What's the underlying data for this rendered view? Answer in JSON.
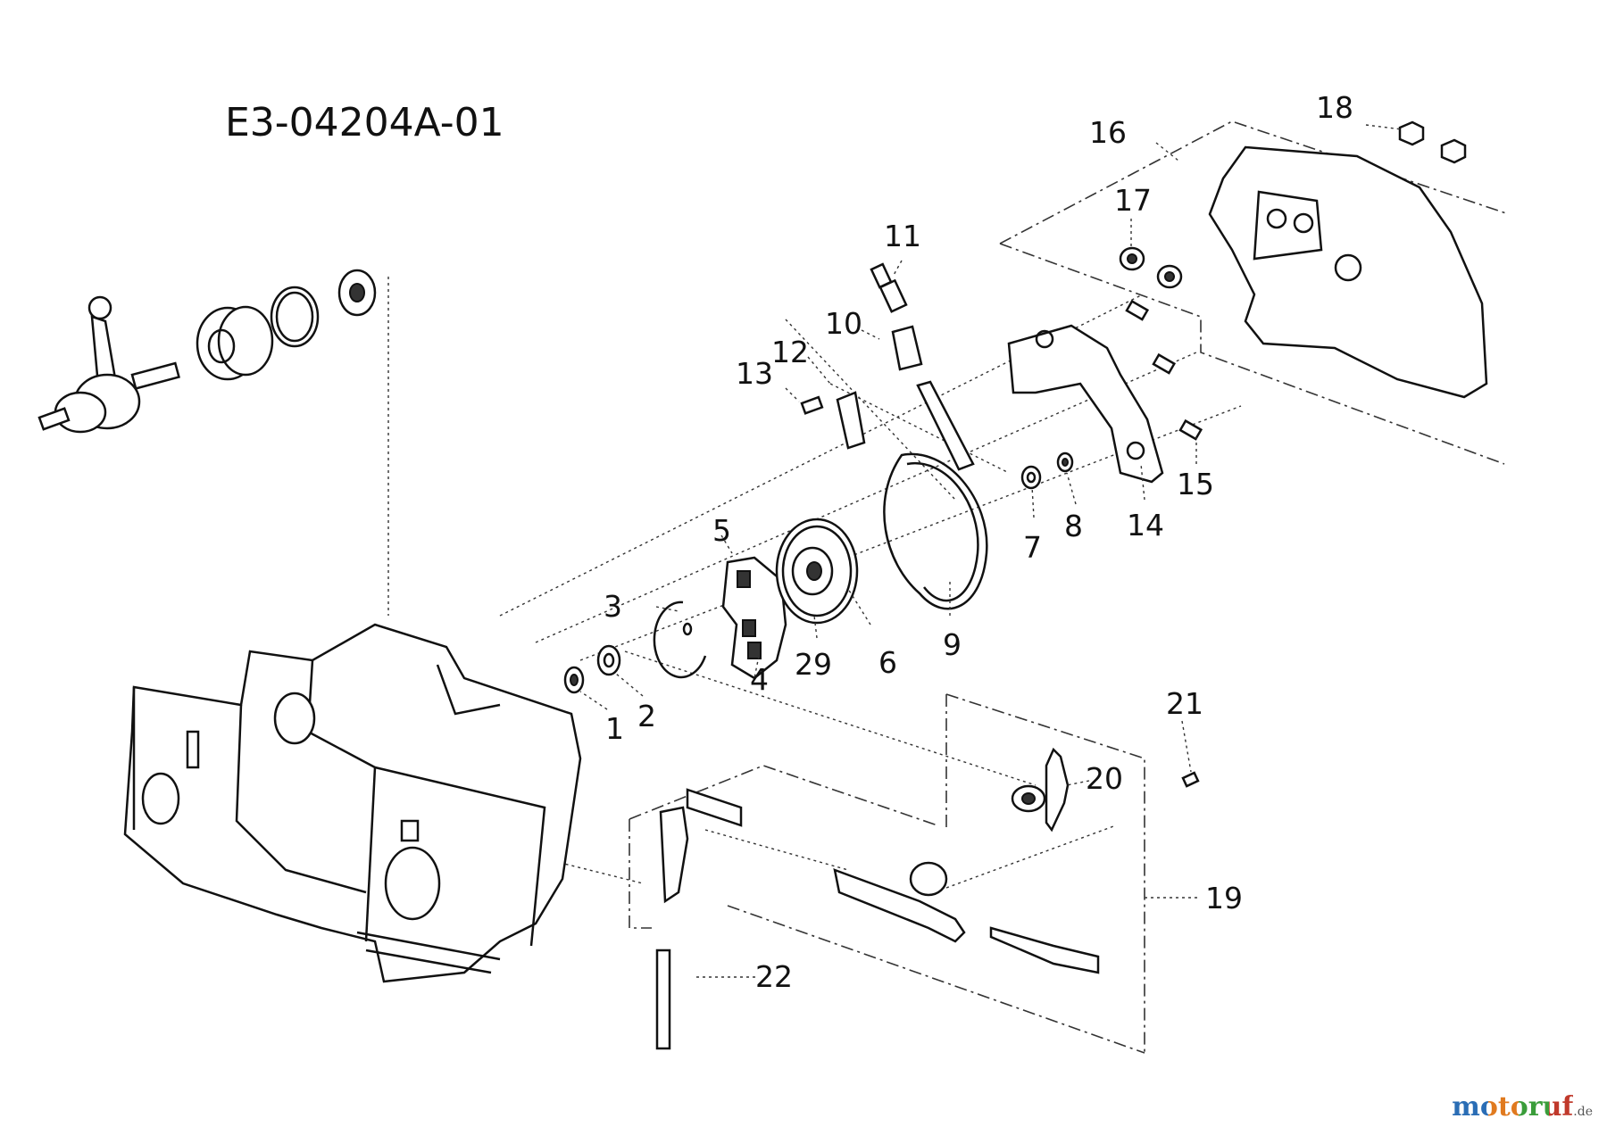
{
  "diagram_id": "E3-04204A-01",
  "callouts": {
    "c1": "1",
    "c2": "2",
    "c3": "3",
    "c4": "4",
    "c5": "5",
    "c6": "6",
    "c7": "7",
    "c8": "8",
    "c9": "9",
    "c10": "10",
    "c11": "11",
    "c12": "12",
    "c13": "13",
    "c14": "14",
    "c15": "15",
    "c16": "16",
    "c17": "17",
    "c18": "18",
    "c19": "19",
    "c20": "20",
    "c21": "21",
    "c22": "22",
    "c29": "29"
  },
  "watermark": {
    "brand": "motoruf",
    "tld": ".de",
    "colors": [
      "#2a6db5",
      "#e07a1f",
      "#3a9d3a",
      "#c0392b"
    ]
  }
}
